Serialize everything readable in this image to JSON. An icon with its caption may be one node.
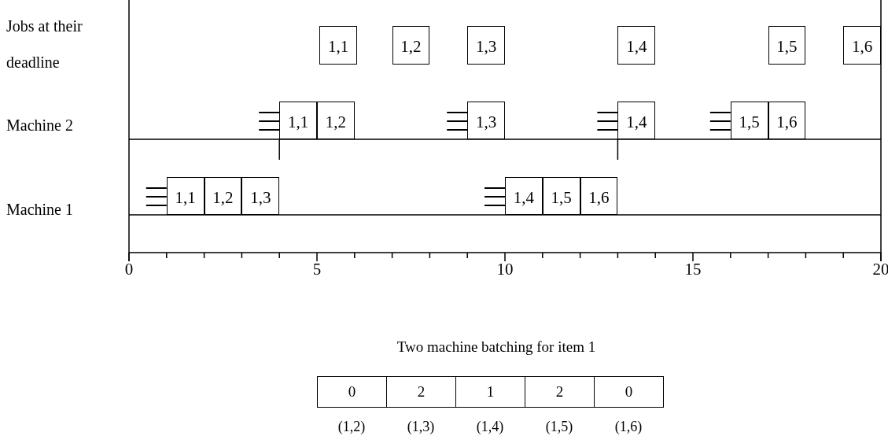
{
  "diagram": {
    "nodes": [
      {
        "text": [
          "1,1"
        ]
      },
      {
        "text": [
          "1,2"
        ]
      },
      {
        "text": [
          "1,3"
        ]
      },
      {
        "text": [
          "1,4"
        ]
      },
      {
        "text": [
          "1,5"
        ]
      },
      {
        "text": [
          "1,6"
        ]
      },
      {
        "text": [
          "1,1"
        ]
      },
      {
        "text": [
          "1,2"
        ]
      },
      {
        "text": [
          "1,3"
        ]
      },
      {
        "text": [
          "1,4"
        ]
      },
      {
        "text": [
          "1,5"
        ]
      },
      {
        "text": [
          "1,6"
        ]
      },
      {
        "text": [
          "1,1"
        ]
      },
      {
        "text": [
          "1,2"
        ]
      },
      {
        "text": [
          "1,3"
        ]
      },
      {
        "text": [
          "1,4"
        ]
      },
      {
        "text": [
          "1,5"
        ]
      },
      {
        "text": [
          "1,6"
        ]
      }
    ],
    "edges": [],
    "labels": [
      "Jobs at their deadline",
      "Machine 2",
      "Machine 1",
      "0",
      "5",
      "10",
      "15",
      "20",
      "Two machine batching for item 1",
      "0",
      "2",
      "1",
      "2",
      "0",
      "(1,2)",
      "(1,3)",
      "(1,4)",
      "(1,5)",
      "(1,6)"
    ]
  }
}
